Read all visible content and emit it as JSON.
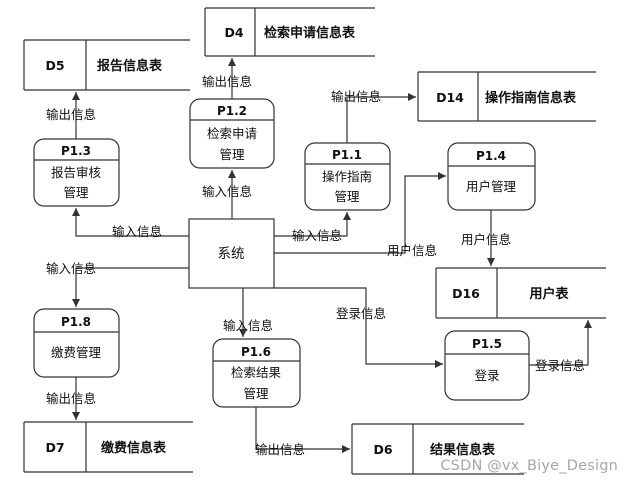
{
  "external_entity": {
    "label": "系统"
  },
  "processes": [
    {
      "id": "P1.1",
      "title": [
        "操作指南",
        "管理"
      ]
    },
    {
      "id": "P1.2",
      "title": [
        "检索申请",
        "管理"
      ]
    },
    {
      "id": "P1.3",
      "title": [
        "报告审核",
        "管理"
      ]
    },
    {
      "id": "P1.4",
      "title": [
        "用户管理"
      ]
    },
    {
      "id": "P1.5",
      "title": [
        "登录"
      ]
    },
    {
      "id": "P1.6",
      "title": [
        "检索结果",
        "管理"
      ]
    },
    {
      "id": "P1.8",
      "title": [
        "缴费管理"
      ]
    }
  ],
  "data_stores": [
    {
      "id": "D4",
      "name": "检索申请信息表"
    },
    {
      "id": "D5",
      "name": "报告信息表"
    },
    {
      "id": "D14",
      "name": "操作指南信息表"
    },
    {
      "id": "D16",
      "name": "用户表"
    },
    {
      "id": "D7",
      "name": "缴费信息表"
    },
    {
      "id": "D6",
      "name": "结果信息表"
    }
  ],
  "flow_labels": {
    "output": "输出信息",
    "input": "输入信息",
    "user": "用户信息",
    "login": "登录信息"
  },
  "watermark": "CSDN @vx_Biye_Design"
}
